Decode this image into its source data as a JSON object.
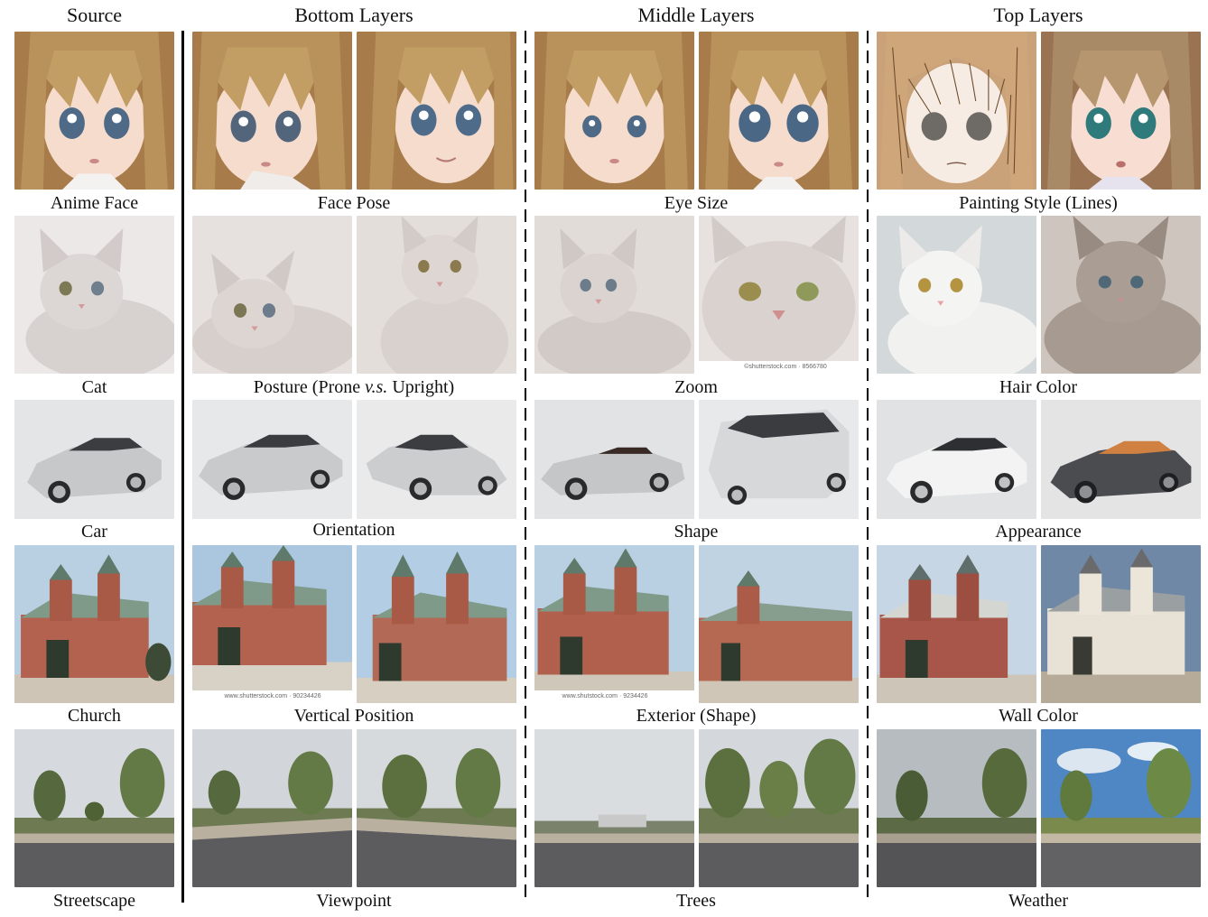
{
  "headers": {
    "source": "Source",
    "bottom": "Bottom Layers",
    "middle": "Middle Layers",
    "top": "Top Layers"
  },
  "rows": [
    {
      "subject": "anime-face",
      "source_caption": "Anime Face",
      "bottom_caption": "Face Pose",
      "middle_caption": "Eye Size",
      "top_caption": "Painting Style (Lines)"
    },
    {
      "subject": "cat",
      "source_caption": "Cat",
      "bottom_caption_pre": "Posture (Prone ",
      "bottom_caption_em": "v.s.",
      "bottom_caption_post": " Upright)",
      "middle_caption": "Zoom",
      "top_caption": "Hair Color"
    },
    {
      "subject": "car",
      "source_caption": "Car",
      "bottom_caption": "Orientation",
      "middle_caption": "Shape",
      "top_caption": "Appearance"
    },
    {
      "subject": "church",
      "source_caption": "Church",
      "bottom_caption": "Vertical Position",
      "middle_caption": "Exterior (Shape)",
      "top_caption": "Wall Color"
    },
    {
      "subject": "streetscape",
      "source_caption": "Streetscape",
      "bottom_caption": "Viewpoint",
      "middle_caption": "Trees",
      "top_caption": "Weather"
    }
  ],
  "watermarks": {
    "cat_middle_2": "©shutterstock.com · 8566780",
    "church_bottom_1": "www.shutterstock.com · 90234426",
    "church_middle_1": "www.shutstock.com · 9234426"
  },
  "colors": {
    "hair": "#b8925a",
    "cat_fur": "#d9d4d2",
    "car_silver": "#c9cbcd",
    "car_dark": "#4a4c50",
    "brick": "#b2624e",
    "sky": "#b9cfe2",
    "road": "#5c5c5e"
  }
}
